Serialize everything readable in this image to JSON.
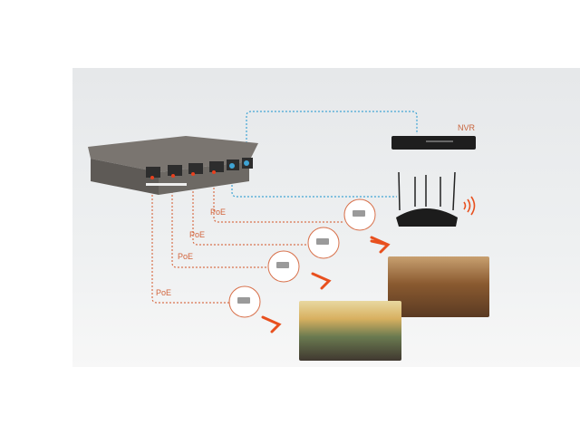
{
  "labels": {
    "nvr": "NVR",
    "poe": [
      "PoE",
      "PoE",
      "PoE",
      "PoE"
    ]
  },
  "colors": {
    "poe_line": "#d8704a",
    "uplink_line": "#3fa4d4",
    "arrow": "#e8501e",
    "accent": "#e8501e"
  },
  "icons": [
    "poe-switch",
    "nvr-device",
    "wifi-router",
    "wifi-signal-icon",
    "camera-icon",
    "arrow-icon"
  ]
}
